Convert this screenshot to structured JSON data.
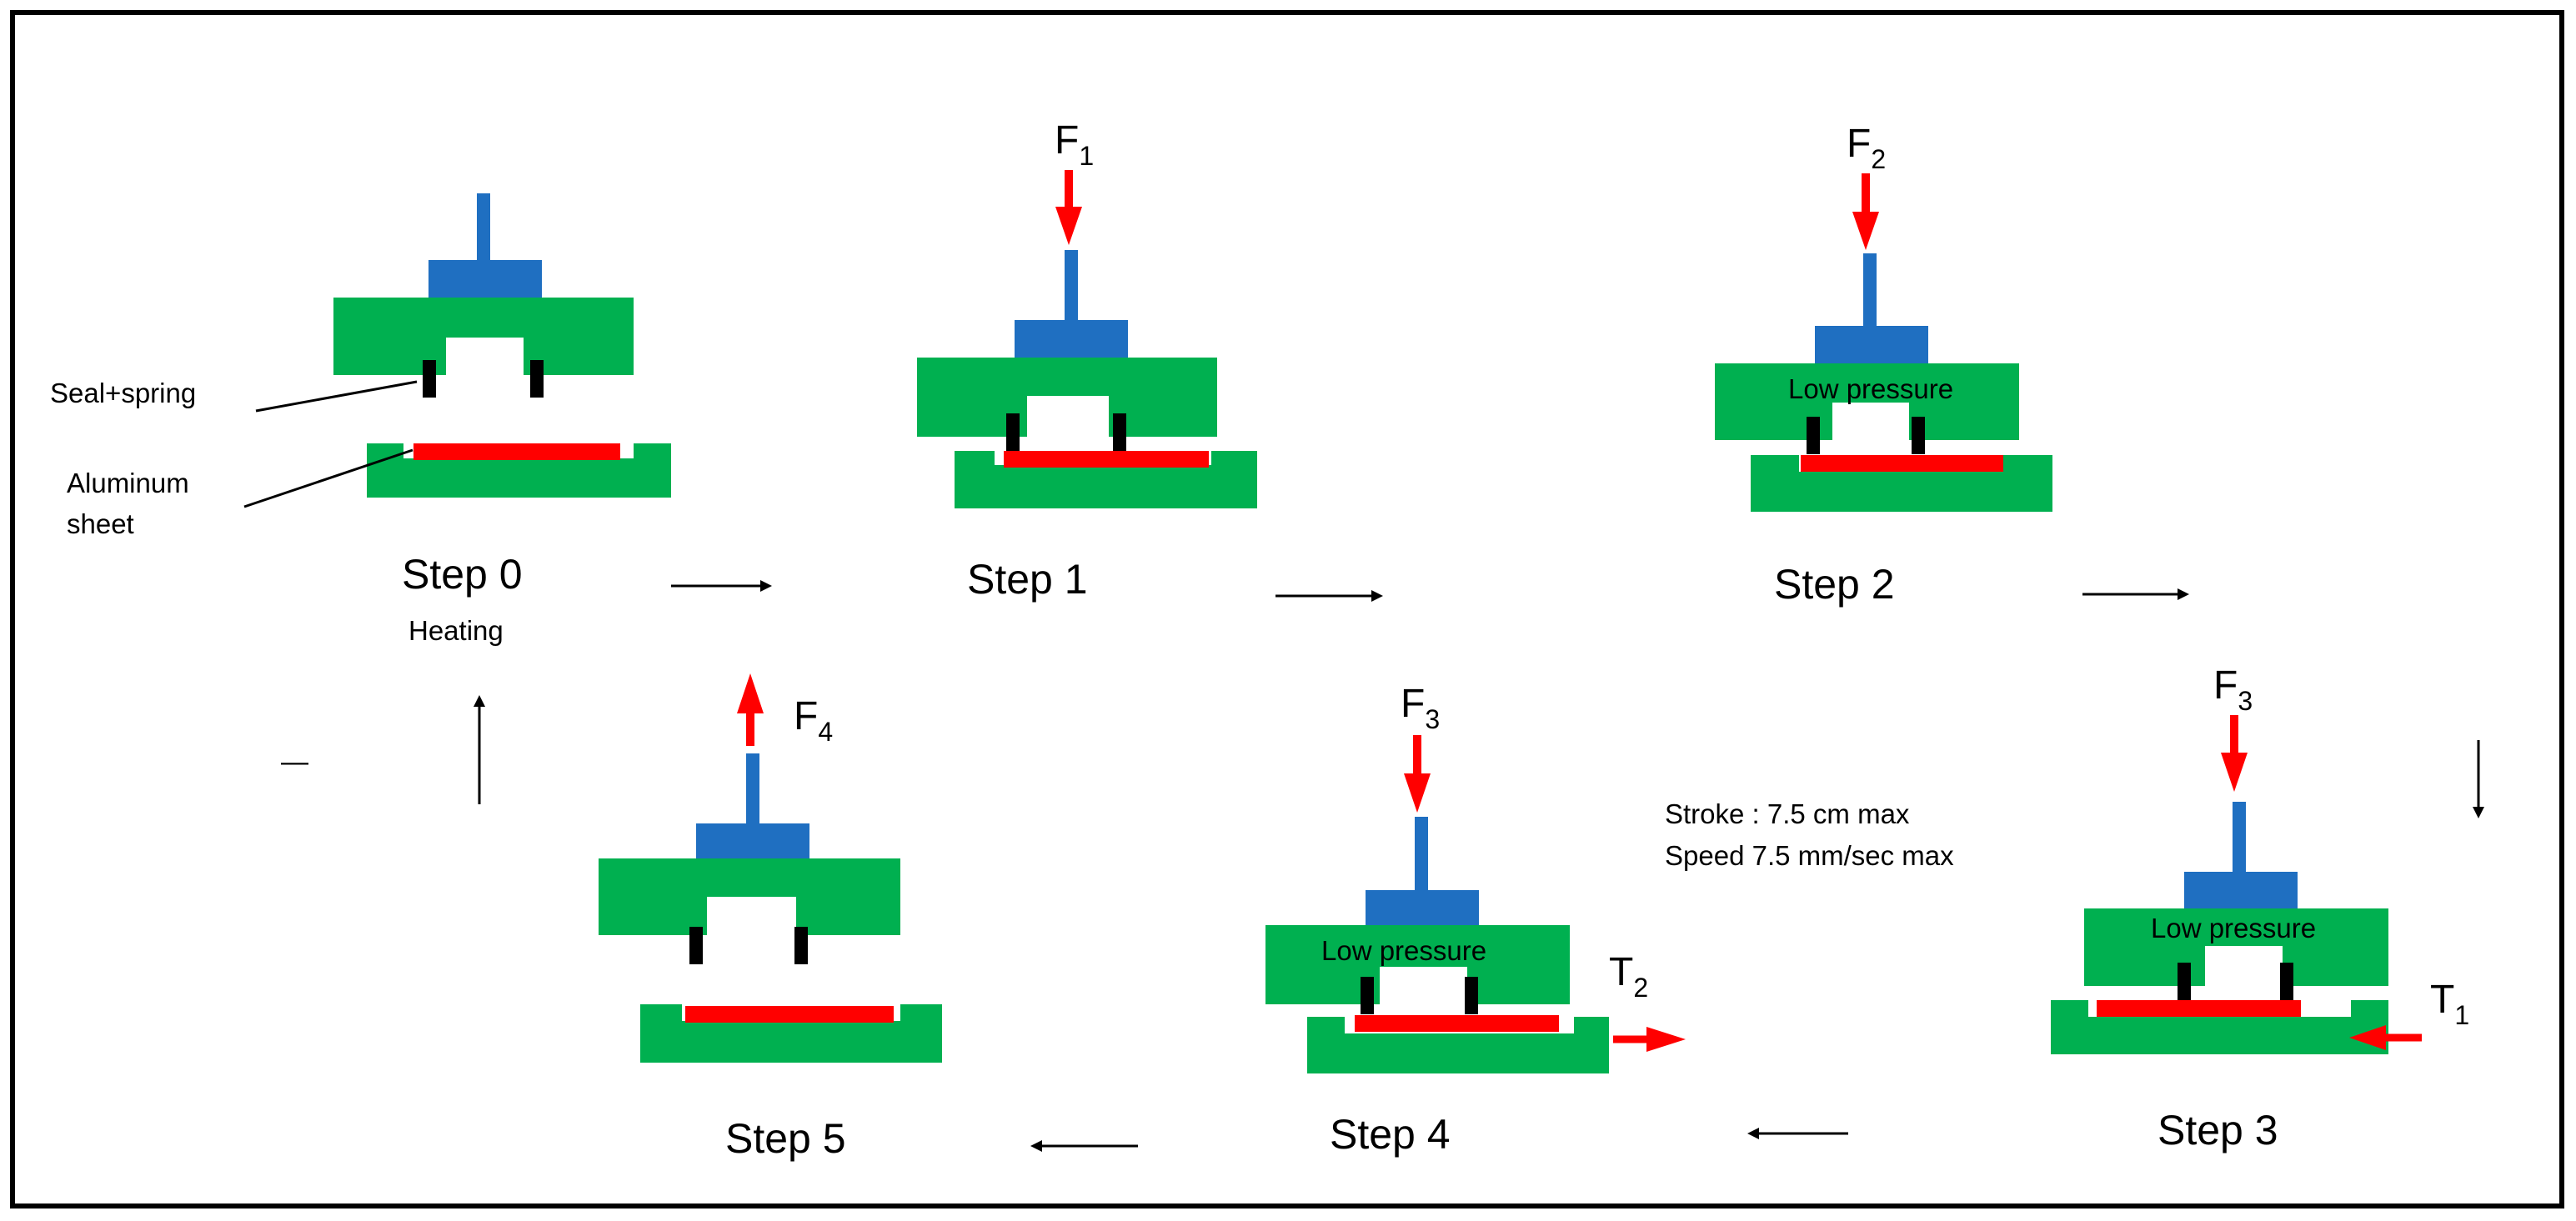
{
  "labels": {
    "seal_spring": "Seal+spring",
    "aluminum": "Aluminum",
    "sheet": "sheet",
    "heating": "Heating",
    "low_pressure": "Low pressure",
    "stroke": "Stroke : 7.5 cm max",
    "speed": "Speed 7.5 mm/sec max",
    "dash": "—"
  },
  "steps": [
    {
      "label": "Step 0"
    },
    {
      "label": "Step 1",
      "force": "F",
      "force_sub": "1"
    },
    {
      "label": "Step 2",
      "force": "F",
      "force_sub": "2"
    },
    {
      "label": "Step 3",
      "force": "F",
      "force_sub": "3",
      "tension": "T",
      "tension_sub": "1"
    },
    {
      "label": "Step 4",
      "force": "F",
      "force_sub": "3",
      "tension": "T",
      "tension_sub": "2"
    },
    {
      "label": "Step 5",
      "force": "F",
      "force_sub": "4"
    }
  ],
  "colors": {
    "green": "#00b050",
    "blue": "#1f6fc1",
    "red": "#ff0000",
    "black": "#000000"
  }
}
